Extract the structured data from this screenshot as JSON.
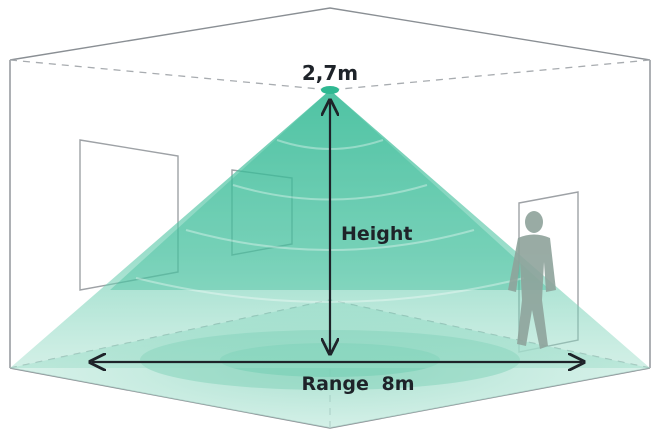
{
  "labels": {
    "mount_height": "2,7m",
    "height": "Height",
    "range_word": "Range",
    "range_value": "8m"
  },
  "colors": {
    "cone": "#3bbf9d",
    "floor": "#a8e0d0",
    "room_line": "#8a8f94",
    "arrow": "#1e2329"
  }
}
